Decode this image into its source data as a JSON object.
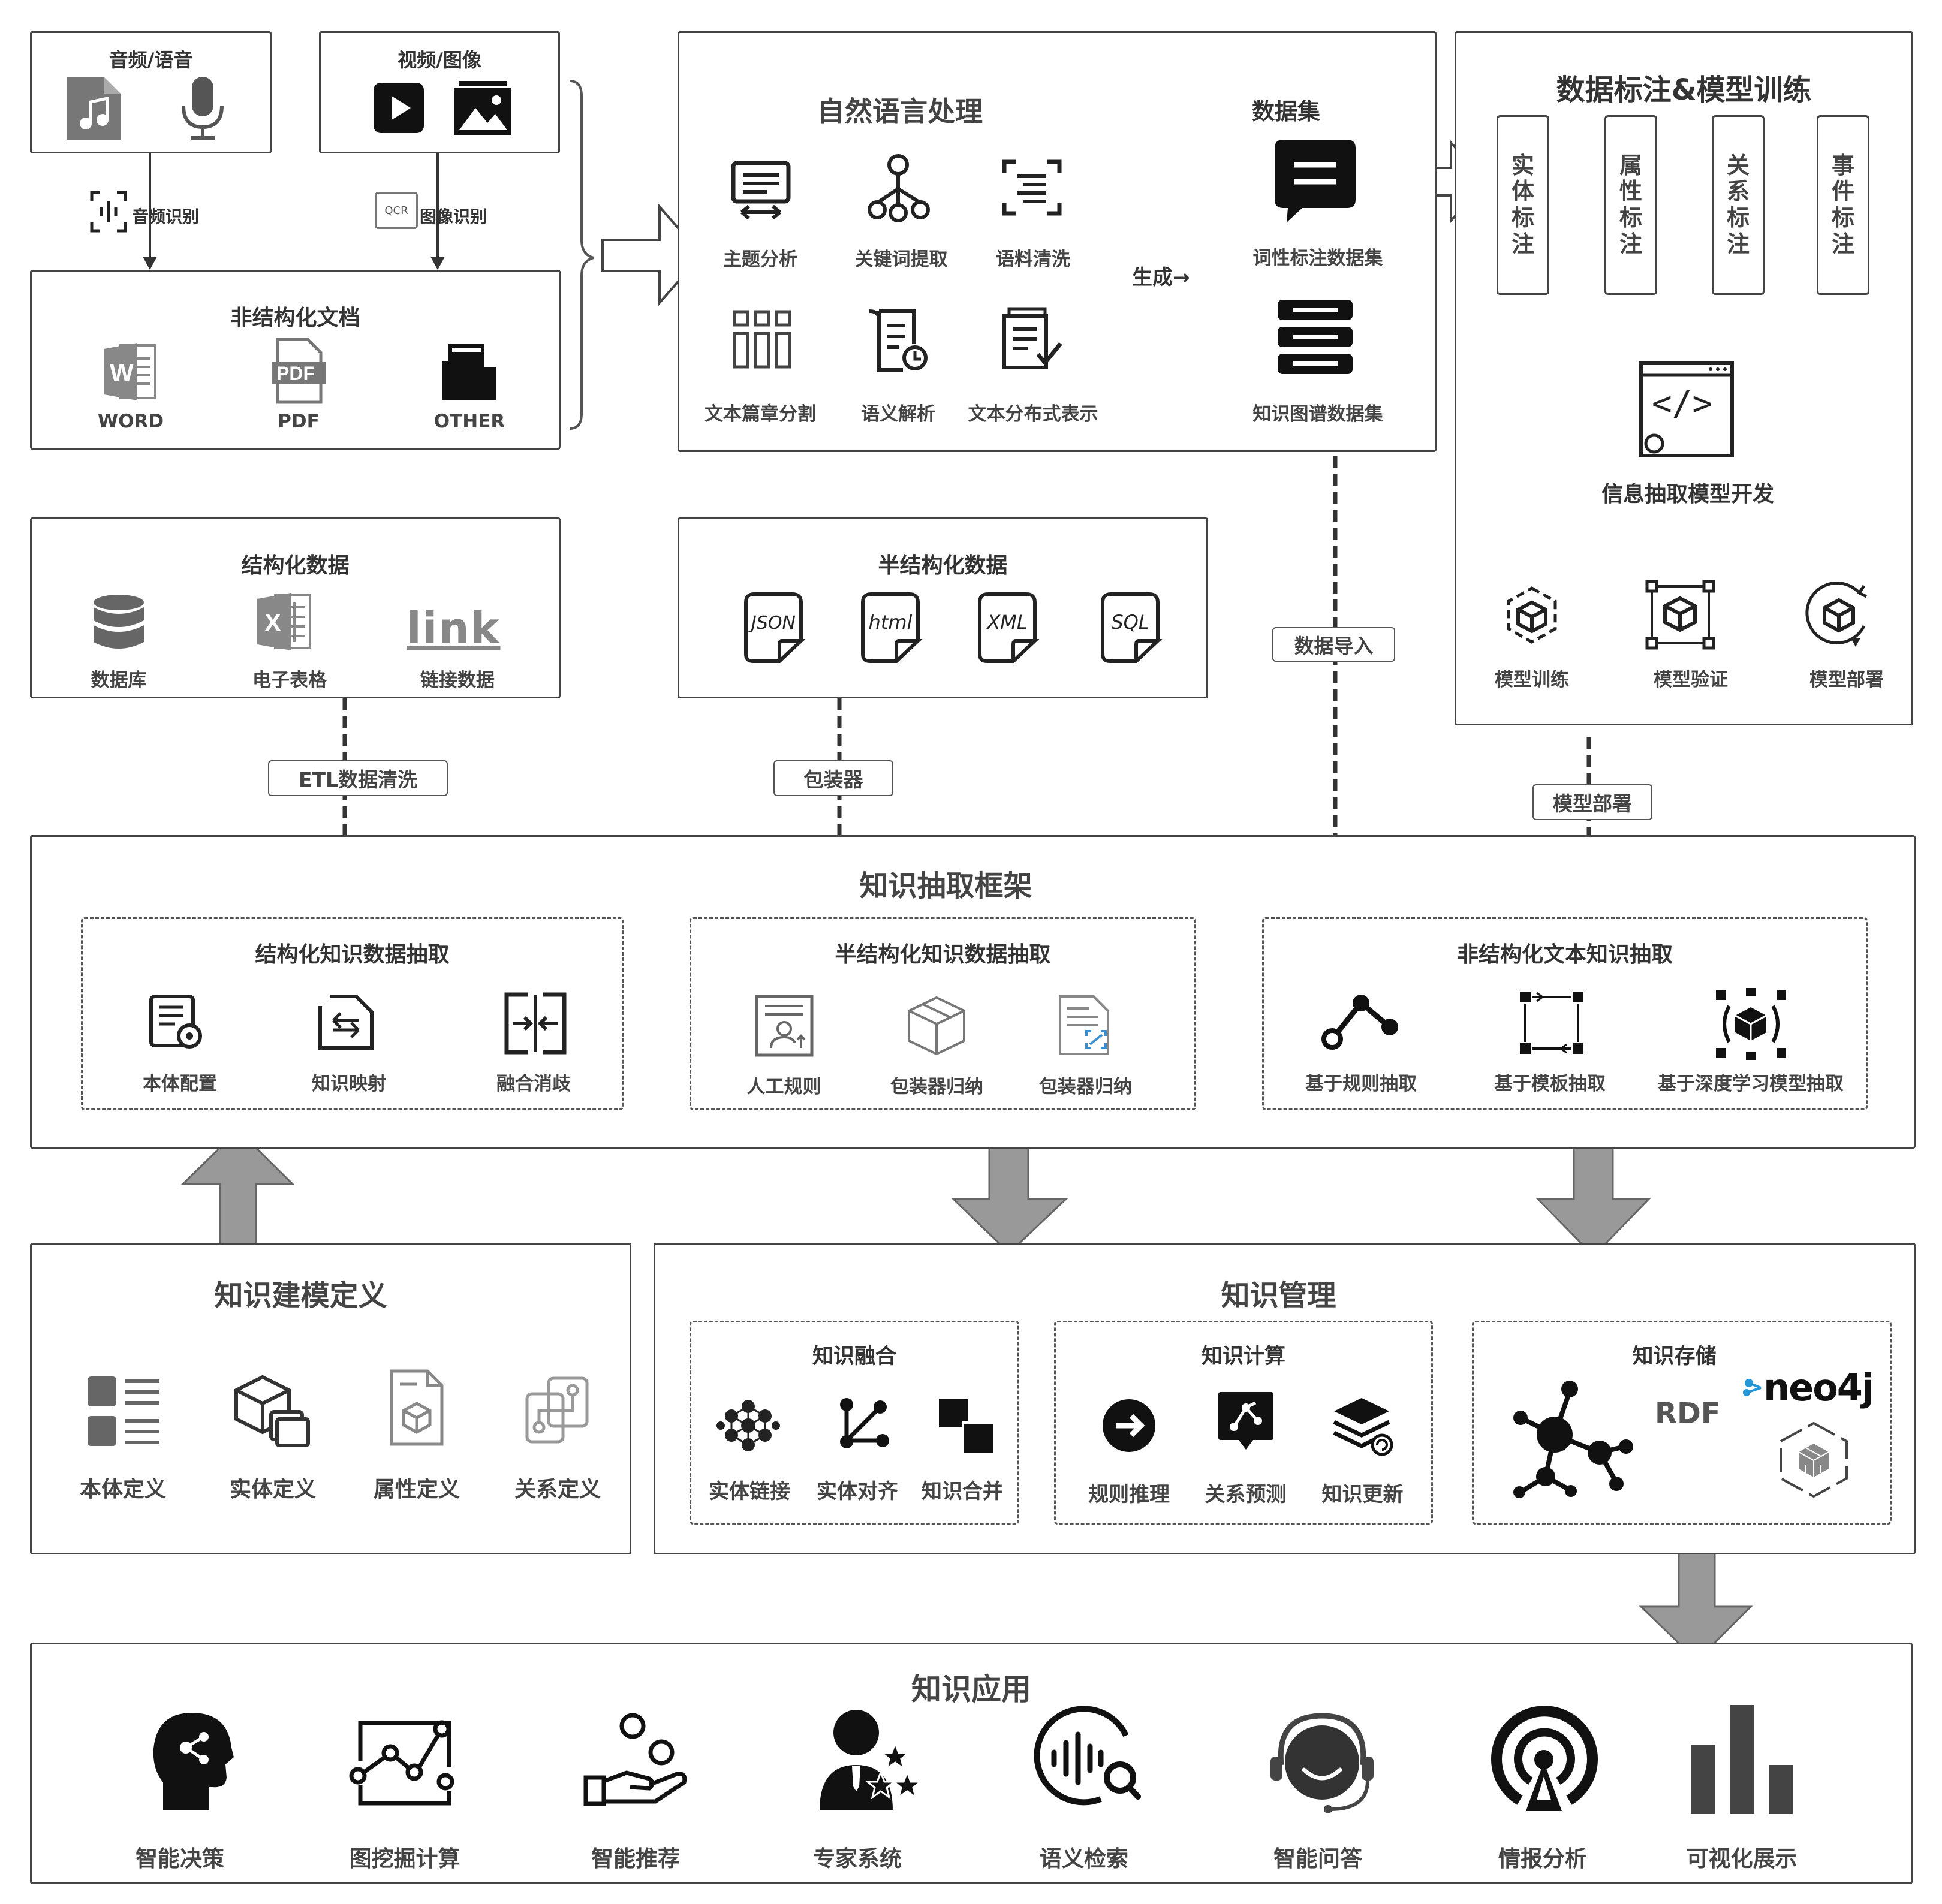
{
  "audio_box": {
    "title": "音频/语音"
  },
  "video_box": {
    "title": "视频/图像"
  },
  "arrow_audio": {
    "label": "音频识别"
  },
  "arrow_image": {
    "ocr": "QCR",
    "label": "图像识别"
  },
  "unstructured_docs": {
    "title": "非结构化文档",
    "items": [
      "WORD",
      "PDF",
      "OTHER"
    ],
    "icon_text": {
      "word": "W",
      "pdf": "PDF"
    }
  },
  "nlp": {
    "title": "自然语言处理",
    "items": [
      "主题分析",
      "关键词提取",
      "语料清洗",
      "文本篇章分割",
      "语义解析",
      "文本分布式表示"
    ],
    "generate": "生成→"
  },
  "dataset": {
    "title": "数据集",
    "items": [
      "词性标注数据集",
      "知识图谱数据集"
    ]
  },
  "annotation": {
    "title": "数据标注&模型训练",
    "labels": [
      "实体标注",
      "属性标注",
      "关系标注",
      "事件标注"
    ],
    "dev_title": "信息抽取模型开发",
    "code_glyph": "</>",
    "models": [
      "模型训练",
      "模型验证",
      "模型部署"
    ]
  },
  "structured": {
    "title": "结构化数据",
    "items": [
      "数据库",
      "电子表格",
      "链接数据"
    ],
    "icon_text": {
      "excel": "X",
      "link": "link"
    }
  },
  "semi": {
    "title": "半结构化数据",
    "items": [
      "JSON",
      "html",
      "XML",
      "SQL"
    ]
  },
  "tags": {
    "etl": "ETL数据清洗",
    "wrapper": "包装器",
    "import": "数据导入",
    "deploy": "模型部署"
  },
  "framework": {
    "title": "知识抽取框架",
    "structured": {
      "title": "结构化知识数据抽取",
      "items": [
        "本体配置",
        "知识映射",
        "融合消歧"
      ]
    },
    "semi": {
      "title": "半结构化知识数据抽取",
      "items": [
        "人工规则",
        "包装器归纳",
        "包装器归纳"
      ]
    },
    "unstructured": {
      "title": "非结构化文本知识抽取",
      "items": [
        "基于规则抽取",
        "基于模板抽取",
        "基于深度学习模型抽取"
      ]
    }
  },
  "modeling": {
    "title": "知识建模定义",
    "items": [
      "本体定义",
      "实体定义",
      "属性定义",
      "关系定义"
    ]
  },
  "management": {
    "title": "知识管理",
    "fusion": {
      "title": "知识融合",
      "items": [
        "实体链接",
        "实体对齐",
        "知识合并"
      ]
    },
    "compute": {
      "title": "知识计算",
      "items": [
        "规则推理",
        "关系预测",
        "知识更新"
      ]
    },
    "storage": {
      "title": "知识存储",
      "rdf": "RDF",
      "neo4j": "neo4j"
    }
  },
  "application": {
    "title": "知识应用",
    "items": [
      "智能决策",
      "图挖掘计算",
      "智能推荐",
      "专家系统",
      "语义检索",
      "智能问答",
      "情报分析",
      "可视化展示"
    ]
  },
  "colors": {
    "border": "#444444",
    "big_arrow": "#999999",
    "text": "#333333"
  }
}
